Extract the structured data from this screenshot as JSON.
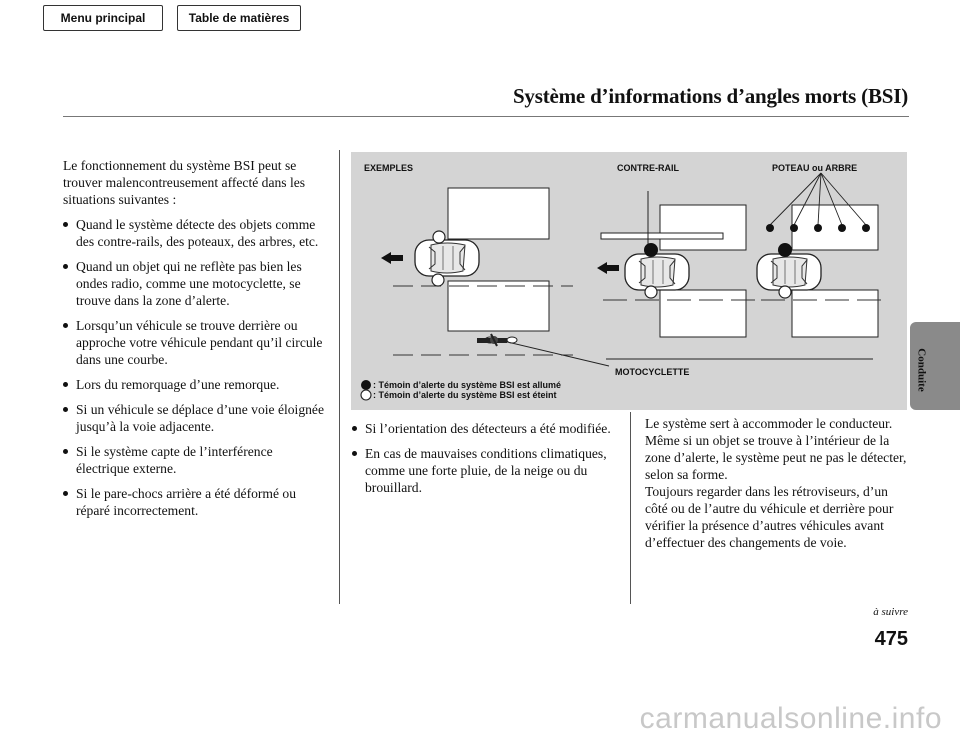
{
  "nav": {
    "menu_label": "Menu principal",
    "toc_label": "Table de matières"
  },
  "header": {
    "title": "Système d’informations d’angles morts (BSI)"
  },
  "side_tab": {
    "label": "Conduite"
  },
  "col1": {
    "intro": "Le fonctionnement du système BSI peut se trouver malencontreusement affecté dans les situations suivantes :",
    "bullets": [
      "Quand le système détecte des objets comme des contre-rails, des poteaux, des arbres, etc.",
      "Quand un objet qui ne reflète pas bien les ondes radio, comme une motocyclette, se trouve dans la zone d’alerte.",
      "Lorsqu’un véhicule se trouve derrière ou approche votre véhicule pendant qu’il circule dans une courbe.",
      "Lors du remorquage d’une remorque.",
      "Si un véhicule se déplace d’une voie éloignée jusqu’à la voie adjacente.",
      "Si le système capte de l’interférence électrique externe.",
      "Si le pare-chocs arrière a été déformé ou réparé incorrectement."
    ]
  },
  "figure": {
    "label_examples": "EXEMPLES",
    "label_guardrail": "CONTRE-RAIL",
    "label_pole": "POTEAU ou ARBRE",
    "label_moto": "MOTOCYCLETTE",
    "legend_on": ": Témoin d’alerte du système BSI est allumé",
    "legend_off": ": Témoin d’alerte du système BSI est éteint"
  },
  "col2": {
    "bullets": [
      "Si l’orientation des détecteurs a été modifiée.",
      "En cas de mauvaises conditions climatiques, comme une forte pluie, de la neige ou du brouillard."
    ]
  },
  "col3": {
    "p1": "Le système sert à accommoder le conducteur. Même si un objet se trouve à l’intérieur de la zone d’alerte, le système peut ne pas le détecter, selon sa forme.",
    "p2": "Toujours regarder dans les rétroviseurs, d’un côté ou de l’autre du véhicule et derrière pour vérifier la présence d’autres véhicules avant d’effectuer des changements de voie."
  },
  "footer": {
    "continued": "à suivre",
    "page_number": "475",
    "watermark": "carmanualsonline.info"
  }
}
